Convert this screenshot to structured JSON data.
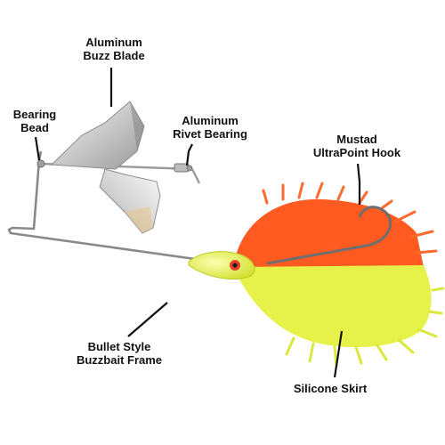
{
  "labels": {
    "blade": {
      "line1": "Aluminum",
      "line2": "Buzz Blade"
    },
    "bead": {
      "line1": "Bearing",
      "line2": "Bead"
    },
    "rivet": {
      "line1": "Aluminum",
      "line2": "Rivet Bearing"
    },
    "hook": {
      "line1": "Mustad",
      "line2": "UltraPoint Hook"
    },
    "frame": {
      "line1": "Bullet Style",
      "line2": "Buzzbait Frame"
    },
    "skirt": {
      "line1": "Silicone Skirt"
    }
  },
  "colors": {
    "background": "#ffffff",
    "label_text": "#111111",
    "leader_line": "#111111",
    "skirt_orange": "#ff5a1f",
    "skirt_chartreuse": "#e6f24a",
    "head_chartreuse": "#e8f040",
    "eye": "#e8402a",
    "frame_wire": "#8a8a8a",
    "blade_silver": "#d4d4d4",
    "hook": "#6e6e6e"
  }
}
